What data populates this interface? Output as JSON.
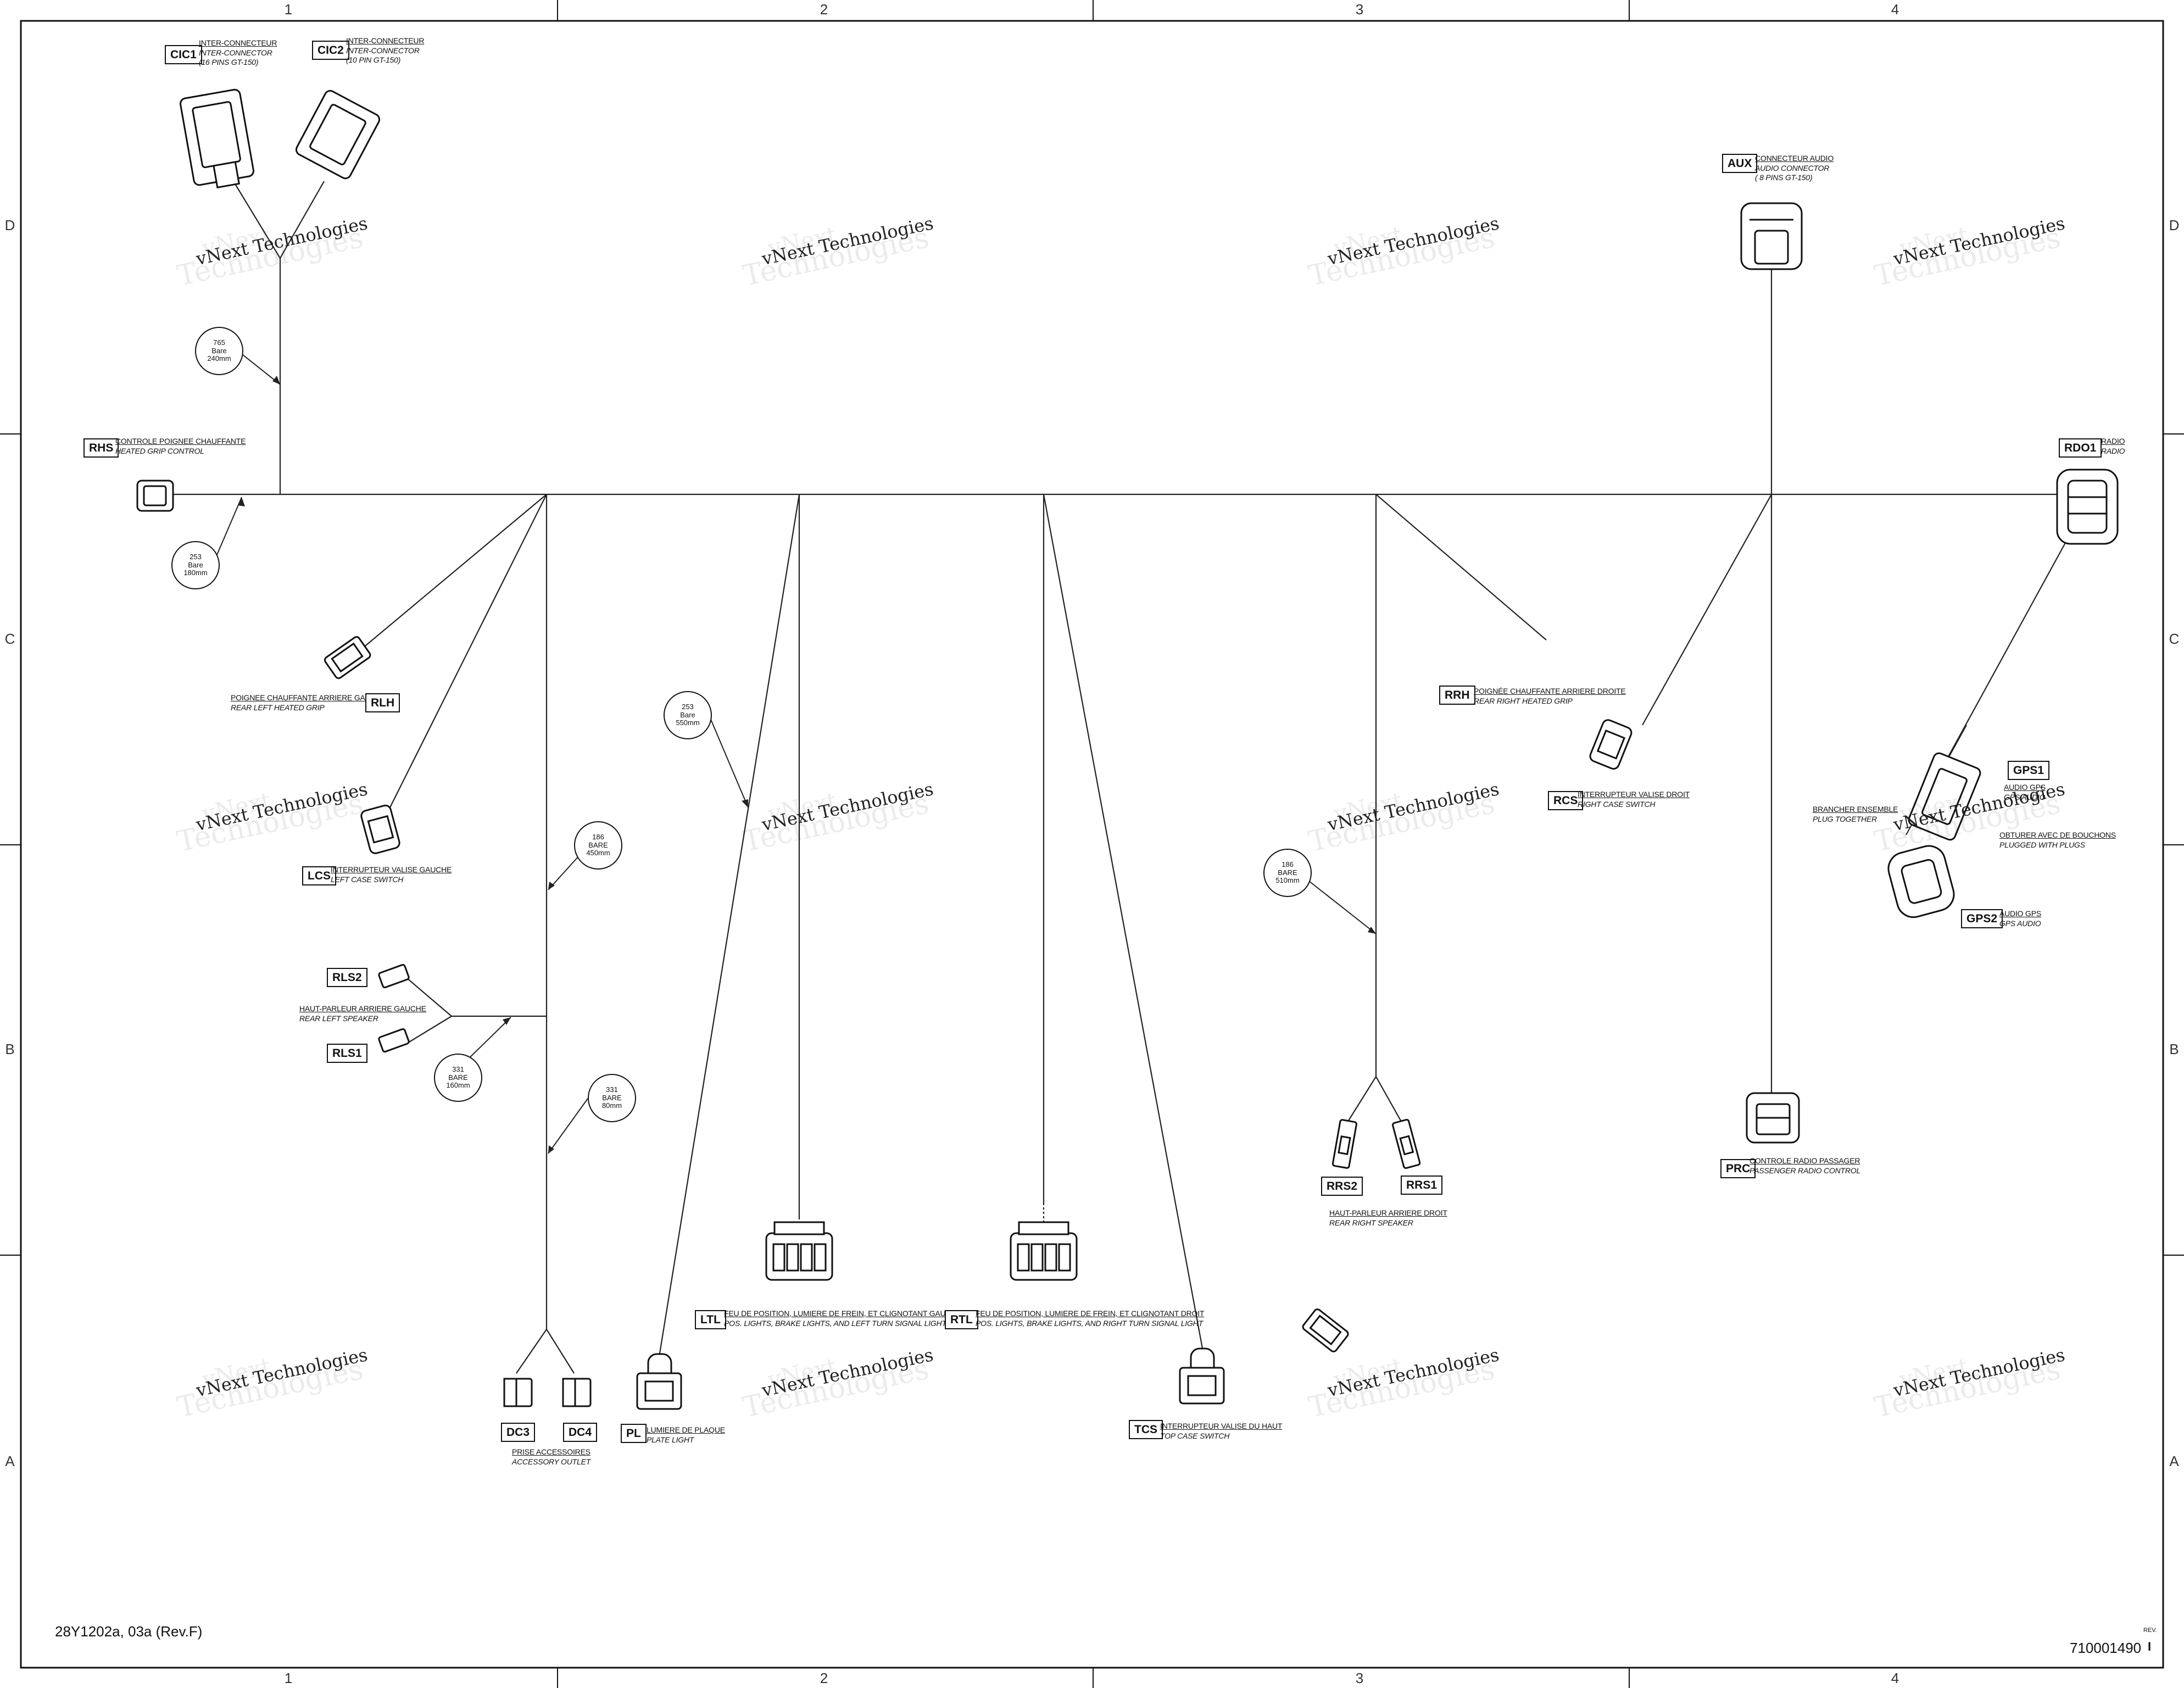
{
  "zones": {
    "columns": [
      "1",
      "2",
      "3",
      "4"
    ],
    "rows": [
      "D",
      "C",
      "B",
      "A"
    ]
  },
  "watermark": {
    "line1": "vNext",
    "line2": "Technologies",
    "overlay": "vNext Technologies"
  },
  "connectors": [
    {
      "id": "CIC1",
      "fr": "INTER-CONNECTEUR",
      "en": "INTER-CONNECTOR",
      "spec": "(16 PINS GT-150)"
    },
    {
      "id": "CIC2",
      "fr": "INTER-CONNECTEUR",
      "en": "INTER-CONNECTOR",
      "spec": "(10 PIN GT-150)"
    },
    {
      "id": "AUX",
      "fr": "CONNECTEUR AUDIO",
      "en": "AUDIO CONNECTOR",
      "spec": "( 8 PINS GT-150)"
    },
    {
      "id": "RHS",
      "fr": "CONTROLE POIGNEE CHAUFFANTE",
      "en": "HEATED GRIP CONTROL"
    },
    {
      "id": "RDO1",
      "fr": "RADIO",
      "en": "RADIO"
    },
    {
      "id": "RLH",
      "fr": "POIGNEE CHAUFFANTE ARRIERE GAUCHE",
      "en": "REAR LEFT HEATED GRIP"
    },
    {
      "id": "RRH",
      "fr": "POIGNÉE CHAUFFANTE ARRIERE DROITE",
      "en": "REAR RIGHT HEATED GRIP"
    },
    {
      "id": "LCS",
      "fr": "INTERRUPTEUR VALISE GAUCHE",
      "en": "LEFT CASE SWITCH"
    },
    {
      "id": "RCS",
      "fr": "INTERRUPTEUR VALISE DROIT",
      "en": "RIGHT CASE SWITCH"
    },
    {
      "id": "GPS1",
      "fr": "AUDIO GPS",
      "en": "GPS AUDIO"
    },
    {
      "id": "GPS2",
      "fr": "AUDIO GPS",
      "en": "GPS AUDIO"
    },
    {
      "id": "RLS2"
    },
    {
      "id": "RLS1"
    },
    {
      "id": "RRS2"
    },
    {
      "id": "RRS1"
    },
    {
      "id": "PRC",
      "fr": "CONTROLE RADIO PASSAGER",
      "en": "PASSENGER RADIO CONTROL"
    },
    {
      "id": "LTL",
      "fr": "FEU DE POSITION, LUMIERE DE FREIN, ET CLIGNOTANT GAUCHE",
      "en": "POS. LIGHTS, BRAKE LIGHTS, AND LEFT TURN SIGNAL LIGHT"
    },
    {
      "id": "RTL",
      "fr": "FEU DE POSITION, LUMIERE DE FREIN, ET CLIGNOTANT DROIT",
      "en": "POS. LIGHTS, BRAKE LIGHTS, AND RIGHT TURN SIGNAL LIGHT"
    },
    {
      "id": "DC3"
    },
    {
      "id": "DC4"
    },
    {
      "id": "PL",
      "fr": "LUMIERE DE PLAQUE",
      "en": "PLATE LIGHT"
    },
    {
      "id": "TCS",
      "fr": "INTERRUPTEUR VALISE DU HAUT",
      "en": "TOP CASE SWITCH"
    }
  ],
  "group_labels": {
    "rls": {
      "fr": "HAUT-PARLEUR ARRIERE GAUCHE",
      "en": "REAR LEFT SPEAKER"
    },
    "rrs": {
      "fr": "HAUT-PARLEUR ARRIERE DROIT",
      "en": "REAR RIGHT SPEAKER"
    },
    "dc": {
      "fr": "PRISE ACCESSOIRES",
      "en": "ACCESSORY OUTLET"
    },
    "gps_together": {
      "fr": "BRANCHER ENSEMBLE",
      "en": "PLUG TOGETHER"
    },
    "gps_plugs": {
      "fr": "OBTURER AVEC DE BOUCHONS",
      "en": "PLUGGED WITH PLUGS"
    }
  },
  "wire_bubbles": [
    {
      "l1": "765",
      "l2": "Bare",
      "l3": "240mm"
    },
    {
      "l1": "253",
      "l2": "Bare",
      "l3": "180mm"
    },
    {
      "l1": "253",
      "l2": "Bare",
      "l3": "550mm"
    },
    {
      "l1": "186",
      "l2": "BARE",
      "l3": "450mm"
    },
    {
      "l1": "331",
      "l2": "BARE",
      "l3": "160mm"
    },
    {
      "l1": "331",
      "l2": "BARE",
      "l3": "80mm"
    },
    {
      "l1": "186",
      "l2": "BARE",
      "l3": "510mm"
    }
  ],
  "footer": {
    "drawing_ref": "28Y1202a, 03a (Rev.F)",
    "part_number": "710001490",
    "rev_label": "REV.",
    "rev_value": "I"
  }
}
